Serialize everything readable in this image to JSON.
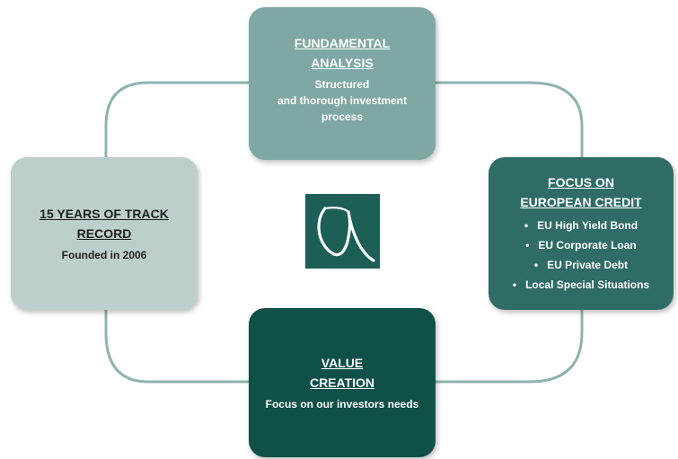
{
  "cards": {
    "top": {
      "title_line1": "FUNDAMENTAL",
      "title_line2": "ANALYSIS",
      "desc_line1": "Structured",
      "desc_line2": "and thorough investment",
      "desc_line3": "process"
    },
    "left": {
      "title_line1": "15 YEARS OF TRACK",
      "title_line2": "RECORD",
      "desc_line1": "Founded in 2006"
    },
    "right": {
      "title_line1": "FOCUS ON",
      "title_line2": "EUROPEAN CREDIT",
      "bullets": [
        "EU High Yield Bond",
        "EU Corporate Loan",
        "EU Private Debt",
        "Local Special Situations"
      ]
    },
    "bottom": {
      "title_line1": "VALUE",
      "title_line2": "CREATION",
      "desc_line1": "Focus on our investors needs"
    }
  },
  "logo": {
    "icon": "alpha-logo-icon"
  },
  "colors": {
    "connector": "#8fb3b0",
    "top": "#7fa8a4",
    "left": "#bccfcd",
    "right": "#2f6c68",
    "bottom": "#0f5048",
    "logo_bg": "#1d5e57"
  }
}
